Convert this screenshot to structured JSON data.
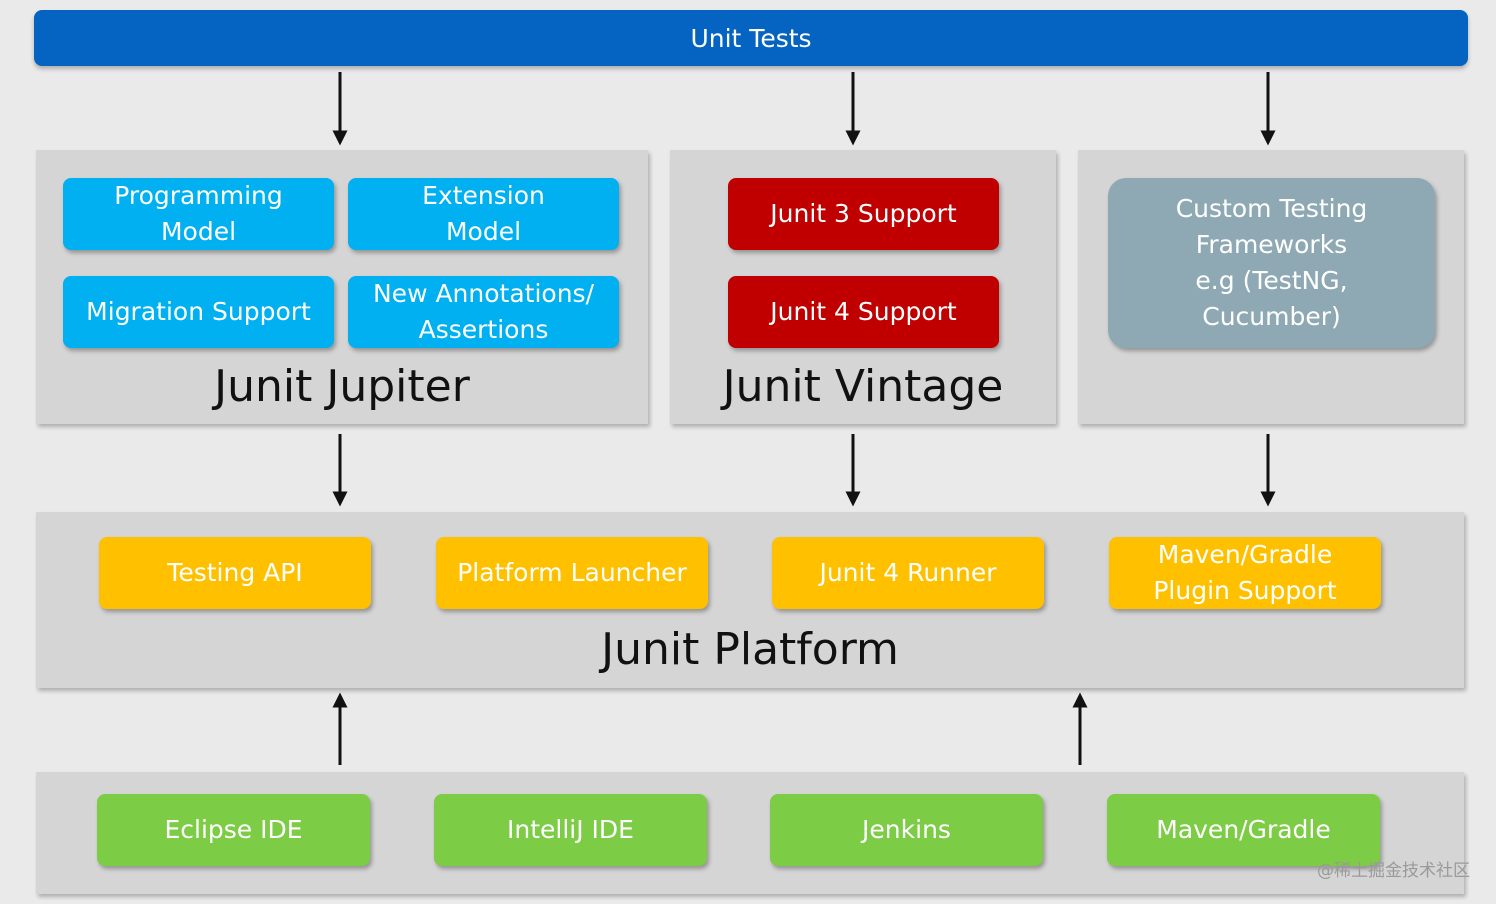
{
  "top": {
    "title": "Unit Tests"
  },
  "jupiter": {
    "label": "Junit Jupiter",
    "boxes": [
      "Programming\nModel",
      "Extension\nModel",
      "Migration Support",
      "New Annotations/\nAssertions"
    ]
  },
  "vintage": {
    "label": "Junit Vintage",
    "boxes": [
      "Junit 3 Support",
      "Junit 4 Support"
    ]
  },
  "custom": {
    "box": "Custom Testing\nFrameworks\ne.g (TestNG,\nCucumber)"
  },
  "platform": {
    "label": "Junit Platform",
    "boxes": [
      "Testing API",
      "Platform Launcher",
      "Junit 4 Runner",
      "Maven/Gradle\nPlugin Support"
    ]
  },
  "tools": {
    "boxes": [
      "Eclipse IDE",
      "IntelliJ IDE",
      "Jenkins",
      "Maven/Gradle"
    ]
  },
  "watermark": "@稀土掘金技术社区",
  "colors": {
    "top_bar": "#0563c1",
    "jupiter_box": "#00b0f0",
    "vintage_box": "#c00000",
    "custom_box": "#8ea9b4",
    "platform_box": "#ffc000",
    "tools_box": "#7ccc46",
    "panel": "#d5d5d5"
  }
}
